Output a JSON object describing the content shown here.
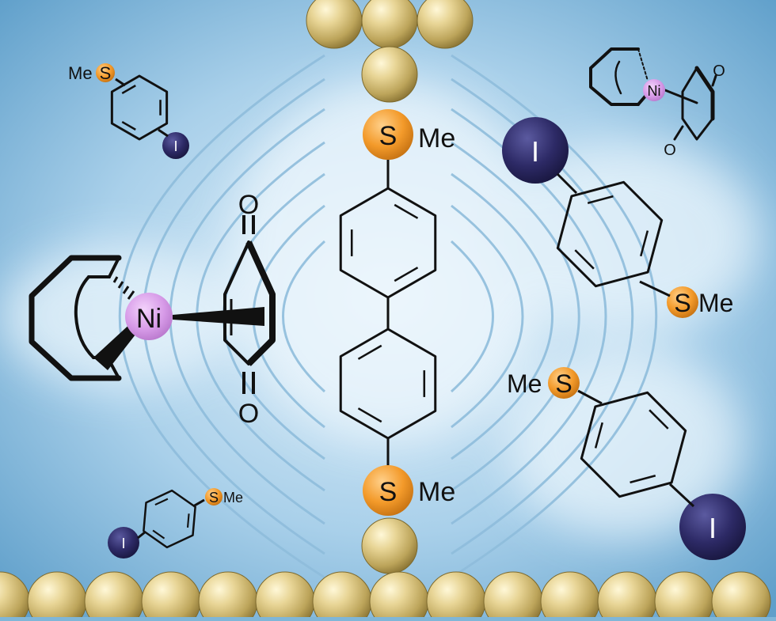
{
  "colors": {
    "background_light": "#e6f3fb",
    "background_dark": "#5f9fca",
    "field_line": "#8fbddc",
    "gold": "#d8c27a",
    "sulfur": "#f39a2a",
    "iodine": "#2d2a66",
    "nickel": "#d79be8",
    "bond": "#111111"
  },
  "labels": {
    "sulfur": "S",
    "methyl": "Me",
    "iodine": "I",
    "nickel": "Ni",
    "oxygen": "O",
    "methylthio": "MeS",
    "methylthio_compact": "SMe"
  }
}
